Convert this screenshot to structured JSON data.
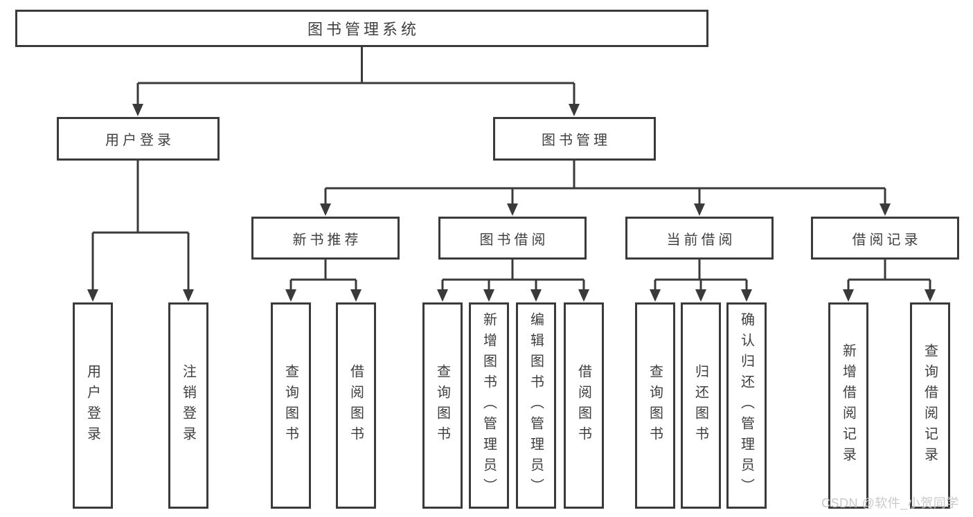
{
  "diagram": {
    "title": "图书管理系统",
    "watermark": "CSDN @软件_小贺同学",
    "colors": {
      "line": "#3a3a3a",
      "box_border": "#3a3a3a",
      "text": "#3f3f3f",
      "background": "#ffffff",
      "watermark": "#c9c9c9"
    },
    "root": {
      "label": "图书管理系统",
      "children": [
        {
          "label": "用户登录",
          "children": [
            {
              "label": "用户登录"
            },
            {
              "label": "注销登录"
            }
          ]
        },
        {
          "label": "图书管理",
          "children": [
            {
              "label": "新书推荐",
              "children": [
                {
                  "label": "查询图书"
                },
                {
                  "label": "借阅图书"
                }
              ]
            },
            {
              "label": "图书借阅",
              "children": [
                {
                  "label": "查询图书"
                },
                {
                  "label": "新增图书（管理员）"
                },
                {
                  "label": "编辑图书（管理员）"
                },
                {
                  "label": "借阅图书"
                }
              ]
            },
            {
              "label": "当前借阅",
              "children": [
                {
                  "label": "查询图书"
                },
                {
                  "label": "归还图书"
                },
                {
                  "label": "确认归还（管理员）"
                }
              ]
            },
            {
              "label": "借阅记录",
              "children": [
                {
                  "label": "新增借阅记录"
                },
                {
                  "label": "查询借阅记录"
                }
              ]
            }
          ]
        }
      ]
    }
  }
}
